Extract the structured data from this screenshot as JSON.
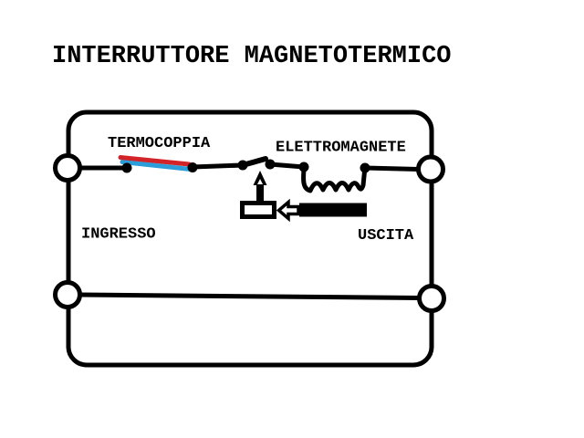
{
  "title": "INTERRUTTORE MAGNETOTERMICO",
  "diagram": {
    "labels": {
      "thermocouple": "TERMOCOPPIA",
      "electromagnet": "ELETTROMAGNETE",
      "input": "INGRESSO",
      "output": "USCITA"
    },
    "colors": {
      "line": "#000000",
      "background": "#ffffff",
      "bimetal_hot": "#d22328",
      "bimetal_cold": "#2b9ed9"
    }
  }
}
